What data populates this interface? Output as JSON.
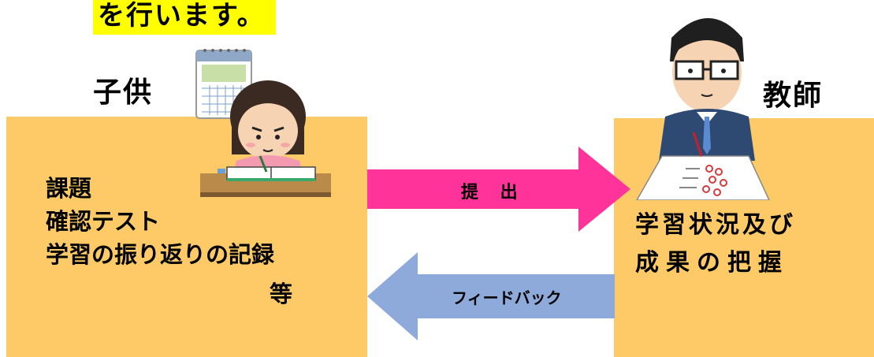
{
  "header": {
    "title_fragment": "を行います。"
  },
  "child": {
    "label": "子供",
    "tasks": [
      "課題",
      "確認テスト",
      "学習の振り返りの記録"
    ],
    "tasks_suffix": "等"
  },
  "teacher": {
    "label": "教師",
    "result_lines": [
      "学習状況及び",
      "成果の把握"
    ]
  },
  "arrows": {
    "submit_label": "提 出",
    "feedback_label": "フィードバック"
  },
  "colors": {
    "box_fill": "#fdca67",
    "submit_arrow": "#ff3399",
    "feedback_arrow": "#8eaadb",
    "title_highlight": "#ffff00"
  }
}
